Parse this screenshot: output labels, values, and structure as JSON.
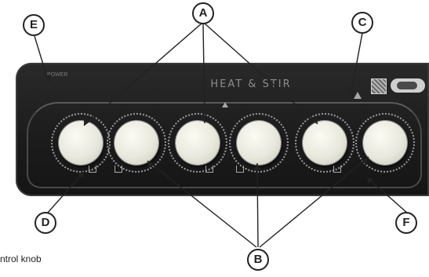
{
  "panel": {
    "title": "HEAT & STIR",
    "power_label": "POWER"
  },
  "callouts": {
    "a": "A",
    "b": "B",
    "c": "C",
    "d": "D",
    "e": "E",
    "f": "F"
  },
  "caption": "ntrol knob",
  "icons": {
    "warning": "warning-triangle-icon",
    "qr": "qr-code-icon",
    "brand": "brand-logo",
    "heat_symbol": "heat-symbol-icon"
  },
  "colors": {
    "panel_dark": "#1c1c1c",
    "knob_cream": "#ecebe0",
    "callout_stroke": "#222222"
  }
}
